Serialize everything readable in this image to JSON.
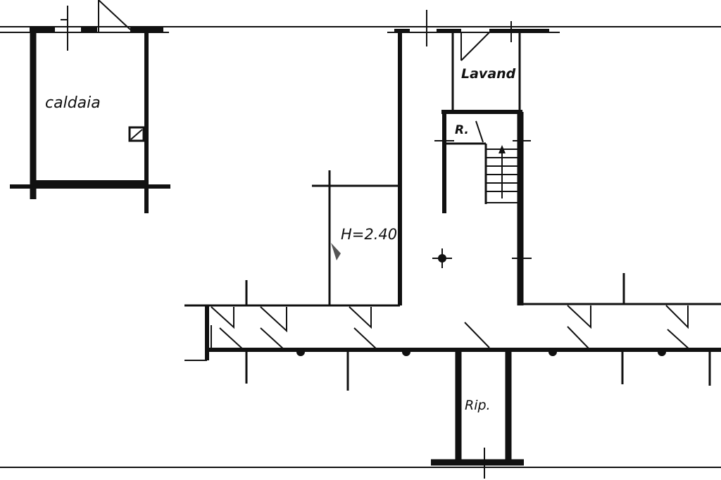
{
  "plan": {
    "rooms": {
      "boiler_room": "caldaia",
      "laundry": "Lavand",
      "storage_small": "R.",
      "storage": "Rip."
    },
    "height_note": "H=2.40"
  }
}
